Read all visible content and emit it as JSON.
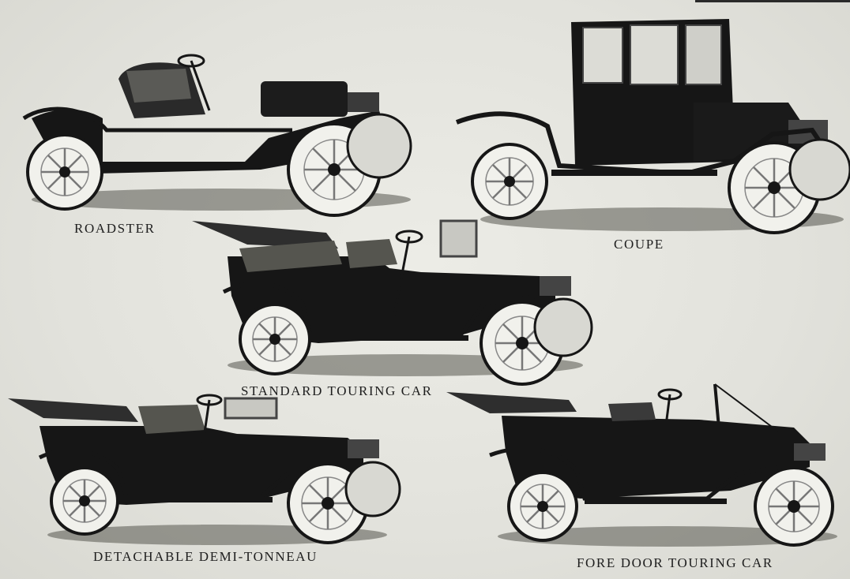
{
  "catalog": {
    "cars": [
      {
        "id": "roadster",
        "caption": "ROADSTER"
      },
      {
        "id": "coupe",
        "caption": "COUPE"
      },
      {
        "id": "standard-touring-car",
        "caption": "STANDARD TOURING CAR"
      },
      {
        "id": "detachable-demi-tonneau",
        "caption": "DETACHABLE DEMI-TONNEAU"
      },
      {
        "id": "fore-door-touring-car",
        "caption": "FORE DOOR TOURING CAR"
      }
    ]
  },
  "colors": {
    "ink": "#161616",
    "paper": "#e3e3dd",
    "tire": "#f1f1ec",
    "shadow": "#55554f"
  }
}
